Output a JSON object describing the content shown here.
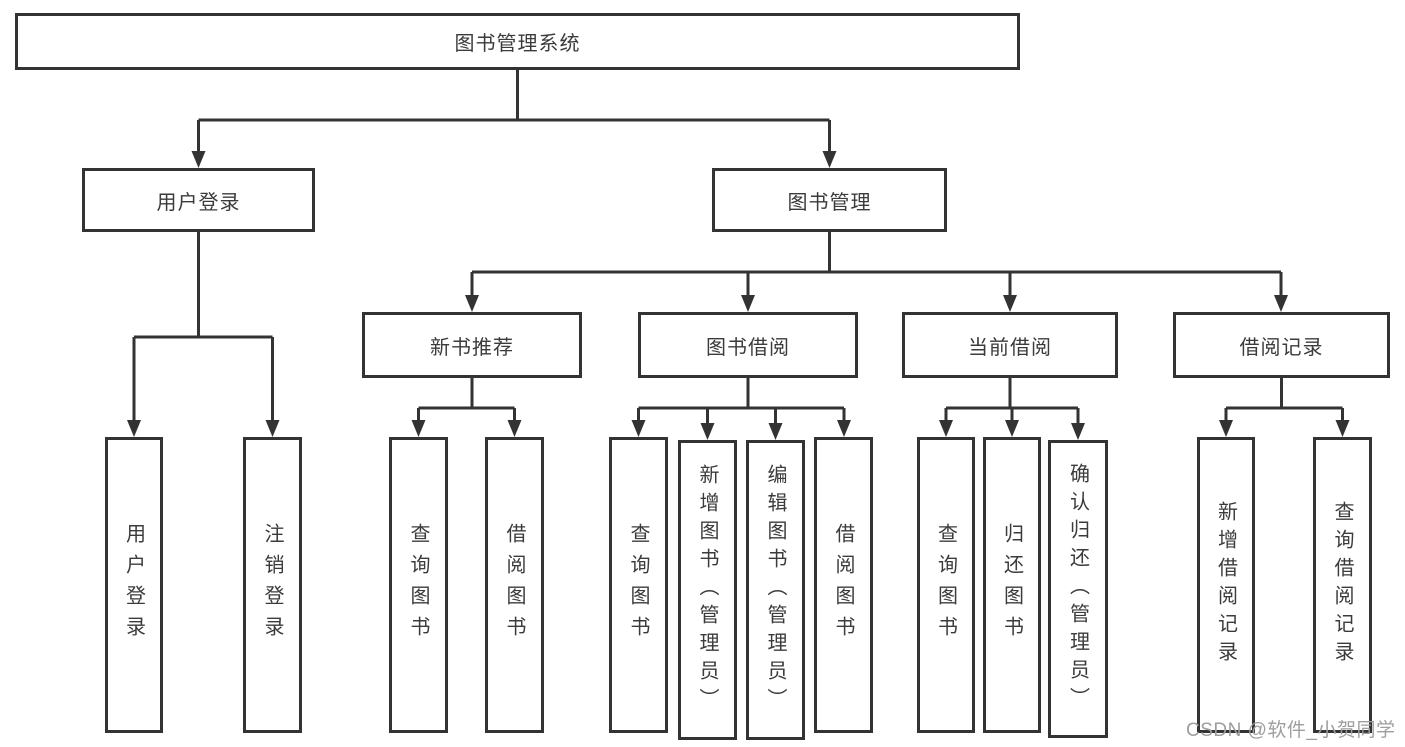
{
  "tree": {
    "label": "图书管理系统",
    "children": [
      {
        "label": "用户登录",
        "children": [
          {
            "label": "用户登录"
          },
          {
            "label": "注销登录"
          }
        ]
      },
      {
        "label": "图书管理",
        "children": [
          {
            "label": "新书推荐",
            "children": [
              {
                "label": "查询图书"
              },
              {
                "label": "借阅图书"
              }
            ]
          },
          {
            "label": "图书借阅",
            "children": [
              {
                "label": "查询图书"
              },
              {
                "label": "新增图书（管理员）"
              },
              {
                "label": "编辑图书（管理员）"
              },
              {
                "label": "借阅图书"
              }
            ]
          },
          {
            "label": "当前借阅",
            "children": [
              {
                "label": "查询图书"
              },
              {
                "label": "归还图书"
              },
              {
                "label": "确认归还（管理员）"
              }
            ]
          },
          {
            "label": "借阅记录",
            "children": [
              {
                "label": "新增借阅记录"
              },
              {
                "label": "查询借阅记录"
              }
            ]
          }
        ]
      }
    ]
  },
  "watermark": {
    "text": "CSDN @软件_小贺同学"
  },
  "colors": {
    "line": "#333333",
    "node_border": "#333333",
    "text": "#3b3b3b",
    "watermark": "#9e9e9e",
    "background": "#ffffff"
  }
}
